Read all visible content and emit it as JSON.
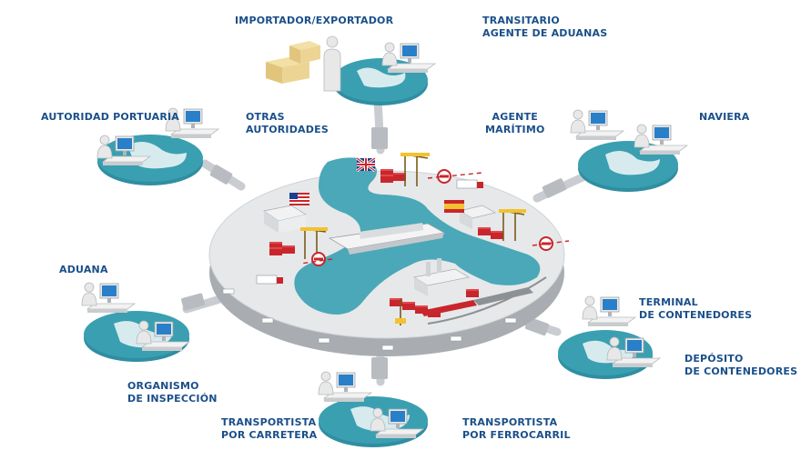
{
  "nodes": {
    "importador": {
      "lines": [
        "IMPORTADOR/EXPORTADOR"
      ]
    },
    "transitario": {
      "lines": [
        "TRANSITARIO",
        "AGENTE DE ADUANAS"
      ]
    },
    "autoridad_portuaria": {
      "lines": [
        "AUTORIDAD PORTUARIA"
      ]
    },
    "otras_autoridades": {
      "lines": [
        "OTRAS",
        "AUTORIDADES"
      ]
    },
    "agente_maritimo": {
      "lines": [
        "AGENTE",
        "MARÍTIMO"
      ]
    },
    "naviera": {
      "lines": [
        "NAVIERA"
      ]
    },
    "aduana": {
      "lines": [
        "ADUANA"
      ]
    },
    "organismo": {
      "lines": [
        "ORGANISMO",
        "DE INSPECCIÓN"
      ]
    },
    "terminal": {
      "lines": [
        "TERMINAL",
        "DE CONTENEDORES"
      ]
    },
    "deposito": {
      "lines": [
        "DEPÓSITO",
        "DE CONTENEDORES"
      ]
    },
    "carretera": {
      "lines": [
        "TRANSPORTISTA",
        "POR CARRETERA"
      ]
    },
    "ferrocarril": {
      "lines": [
        "TRANSPORTISTA",
        "POR FERROCARRIL"
      ]
    }
  },
  "colors": {
    "label": "#1a4f8a",
    "water": "#4aa8b8",
    "platform_top": "#e6e8ea",
    "platform_side": "#a9adb1",
    "node_pad": "#3a9fb1",
    "container_red": "#c8262c"
  },
  "icons": [
    "computer-icon",
    "person-icon",
    "ship-icon",
    "crane-icon",
    "truck-icon",
    "train-icon",
    "warehouse-icon",
    "flag-uk-icon",
    "flag-us-icon",
    "flag-es-icon",
    "no-entry-icon",
    "boxes-icon"
  ]
}
